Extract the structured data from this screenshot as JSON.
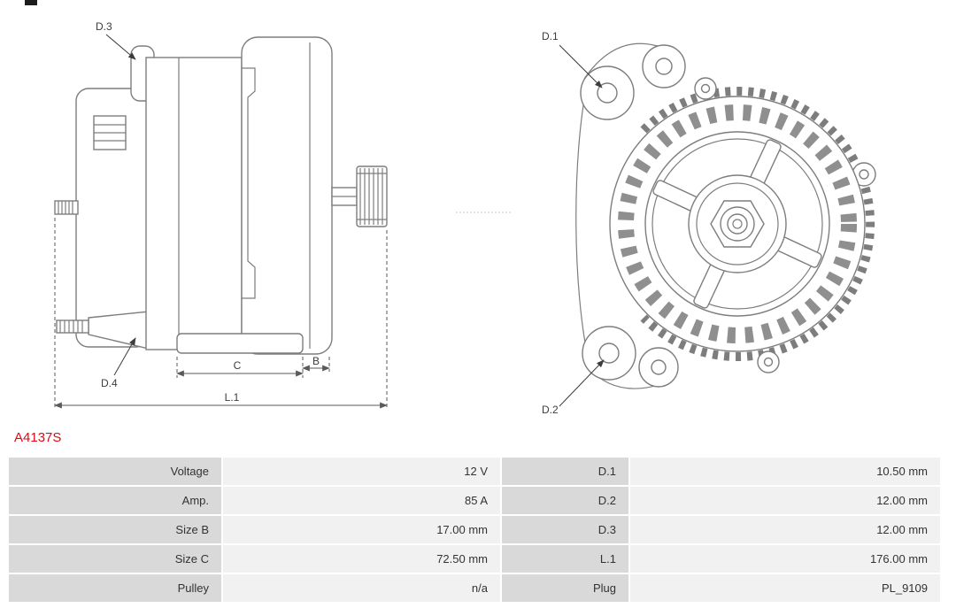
{
  "part_number": "A4137S",
  "colors": {
    "accent": "#e30613",
    "table_label_bg": "#d9d9d9",
    "table_value_bg": "#f1f1f1",
    "drawing_stroke": "#7d7d7d"
  },
  "side_view": {
    "labels": {
      "d3": "D.3",
      "d4": "D.4",
      "c": "C",
      "b": "B",
      "l1": "L.1"
    }
  },
  "front_view": {
    "labels": {
      "d1": "D.1",
      "d2": "D.2"
    }
  },
  "spec_table": {
    "rows": [
      {
        "label1": "Voltage",
        "value1": "12 V",
        "label2": "D.1",
        "value2": "10.50 mm"
      },
      {
        "label1": "Amp.",
        "value1": "85 A",
        "label2": "D.2",
        "value2": "12.00 mm"
      },
      {
        "label1": "Size B",
        "value1": "17.00 mm",
        "label2": "D.3",
        "value2": "12.00 mm"
      },
      {
        "label1": "Size C",
        "value1": "72.50 mm",
        "label2": "L.1",
        "value2": "176.00 mm"
      },
      {
        "label1": "Pulley",
        "value1": "n/a",
        "label2": "Plug",
        "value2": "PL_9109"
      }
    ]
  }
}
